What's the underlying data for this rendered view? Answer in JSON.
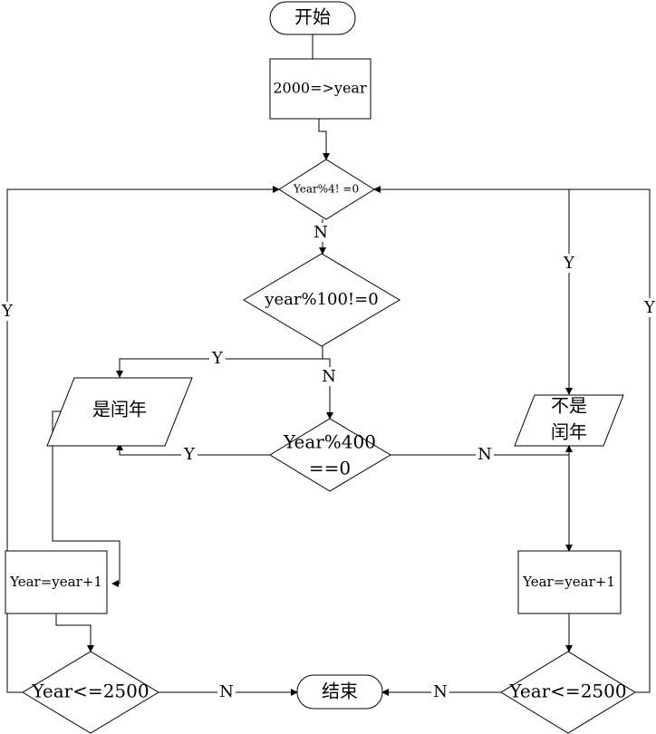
{
  "flowchart": {
    "start": "开始",
    "init": "2000=>year",
    "cond_mod4": "Year%4! =0",
    "cond_mod100": "year%100!=0",
    "cond_mod400_line1": "Year%400",
    "cond_mod400_line2": "==0",
    "leap": "是闰年",
    "not_leap_line1": "不是",
    "not_leap_line2": "闰年",
    "inc_left": "Year=year+1",
    "inc_right": "Year=year+1",
    "cond_left": "Year<=2500",
    "cond_right": "Year<=2500",
    "end": "结束",
    "labels": {
      "n_mod4": "N",
      "y_mod100": "Y",
      "n_mod100": "N",
      "y_mod400": "Y",
      "n_mod400": "N",
      "y_mod4": "Y",
      "y_left_loop": "Y",
      "y_right_loop": "Y",
      "n_left_end": "N",
      "n_right_end": "N"
    }
  }
}
